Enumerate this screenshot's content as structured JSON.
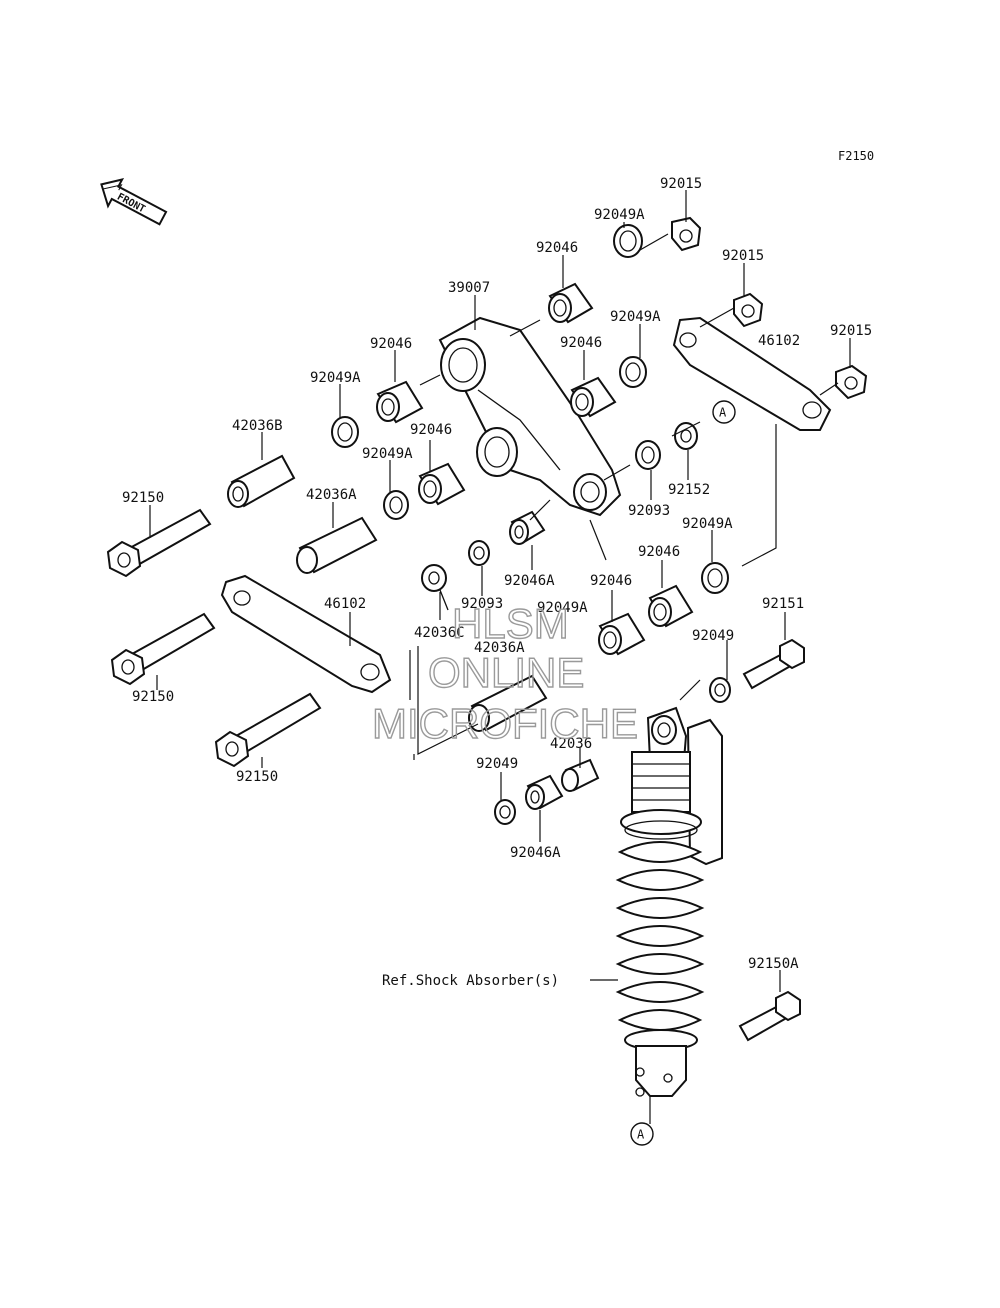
{
  "figure_code": "F2150",
  "front_arrow_label": "FRONT",
  "ref_label": "Ref.Shock Absorber(s)",
  "marker_label": "A",
  "watermark": [
    "HLSM",
    "ONLINE",
    "MICROFICHE"
  ],
  "parts": {
    "p92015_a": "92015",
    "p92049A_a": "92049A",
    "p92046_a": "92046",
    "p39007": "39007",
    "p92015_b": "92015",
    "p92049A_b": "92049A",
    "p46102_a": "46102",
    "p92015_c": "92015",
    "p92046_b": "92046",
    "p92046_c": "92046",
    "p92049A_c": "92049A",
    "p42036B": "42036B",
    "p92049A_d": "92049A",
    "p92046_d": "92046",
    "p42036A_a": "42036A",
    "p92152": "92152",
    "p92093_a": "92093",
    "p92150_a": "92150",
    "p92049A_e": "92049A",
    "p92046A_a": "92046A",
    "p92046_e": "92046",
    "p92046_f": "92046",
    "p92093_b": "92093",
    "p92049A_f": "92049A",
    "p92151": "92151",
    "p46102_b": "46102",
    "p42036C": "42036C",
    "p42036A_b": "42036A",
    "p92049_a": "92049",
    "p92150_b": "92150",
    "p92150_c": "92150",
    "p42036": "42036",
    "p92049_b": "92049",
    "p92046A_b": "92046A",
    "p92150A": "92150A"
  }
}
